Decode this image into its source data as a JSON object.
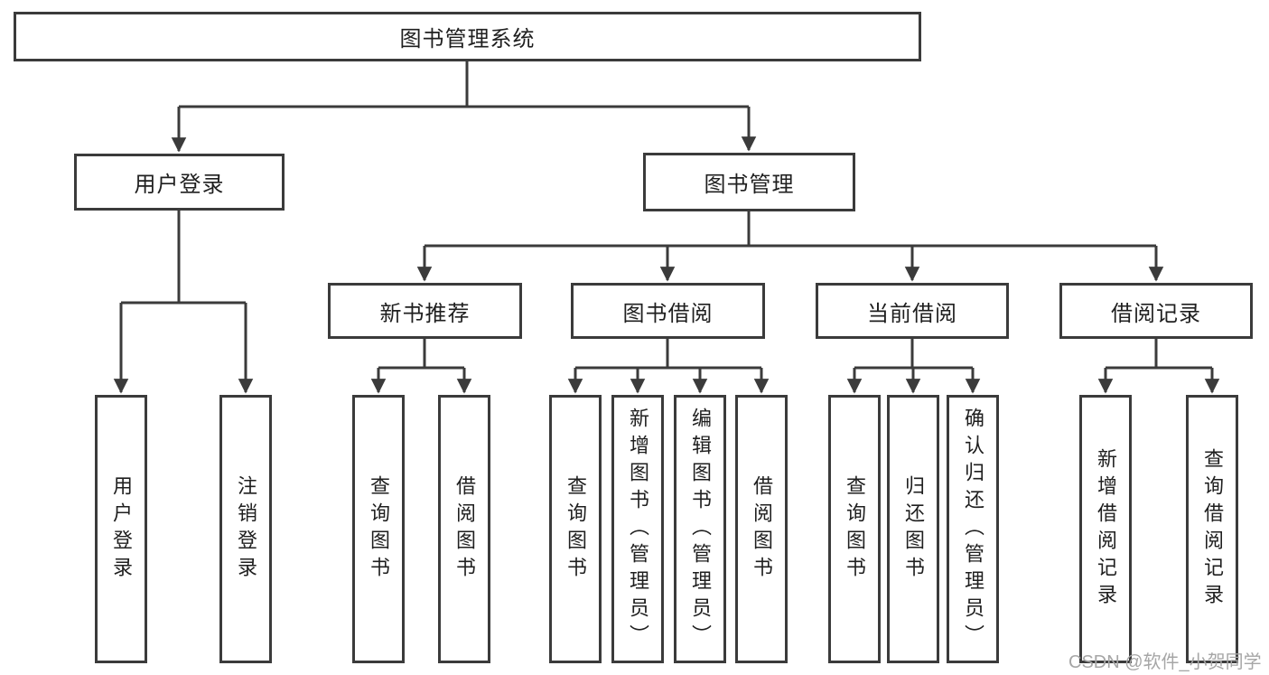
{
  "title": "图书管理系统",
  "watermark": "CSDN @软件_小贺同学",
  "palette": {
    "line_color": "#3b3b3b",
    "text_color": "#1f1f1f",
    "box_background": "#ffffff",
    "watermark_color": "#a6a6a6"
  },
  "tree": {
    "root": "图书管理系统",
    "branches": [
      {
        "label": "用户登录",
        "children": [
          "用户登录",
          "注销登录"
        ]
      },
      {
        "label": "图书管理",
        "children": [
          {
            "label": "新书推荐",
            "children": [
              "查询图书",
              "借阅图书"
            ]
          },
          {
            "label": "图书借阅",
            "children": [
              "查询图书",
              "新增图书（管理员）",
              "编辑图书（管理员）",
              "借阅图书"
            ]
          },
          {
            "label": "当前借阅",
            "children": [
              "查询图书",
              "归还图书",
              "确认归还（管理员）"
            ]
          },
          {
            "label": "借阅记录",
            "children": [
              "新增借阅记录",
              "查询借阅记录"
            ]
          }
        ]
      }
    ]
  }
}
